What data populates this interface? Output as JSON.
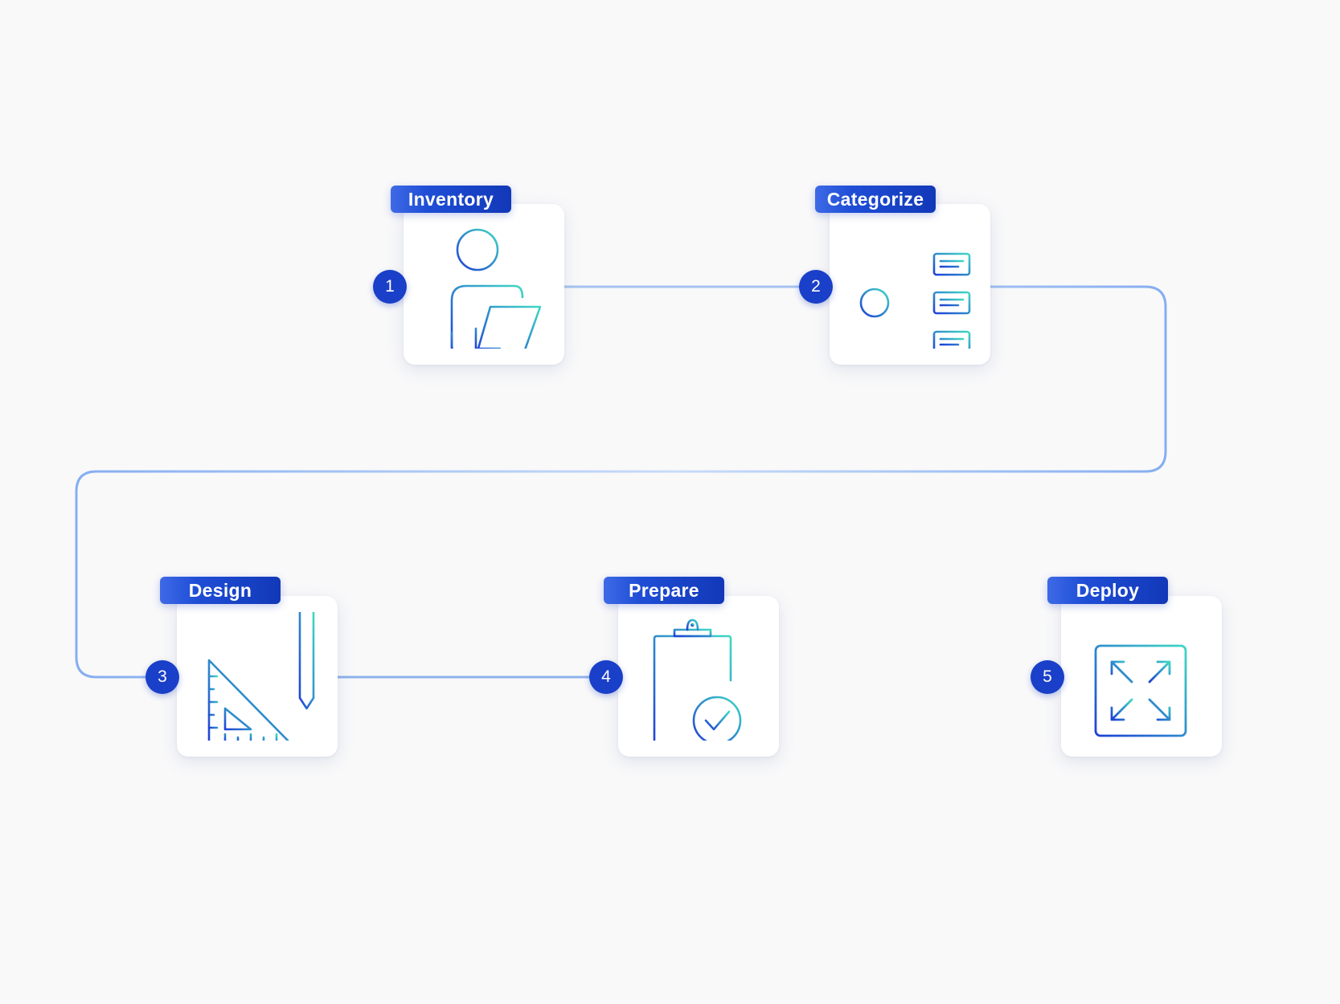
{
  "steps": [
    {
      "number": "1",
      "label": "Inventory",
      "icon": "person-with-document-icon"
    },
    {
      "number": "2",
      "label": "Categorize",
      "icon": "hierarchy-tree-icon"
    },
    {
      "number": "3",
      "label": "Design",
      "icon": "set-square-pencil-icon"
    },
    {
      "number": "4",
      "label": "Prepare",
      "icon": "clipboard-check-icon"
    },
    {
      "number": "5",
      "label": "Deploy",
      "icon": "expand-arrows-icon"
    }
  ],
  "colors": {
    "background": "#f9f9fa",
    "badge": "#1a3fc8",
    "label_dark": "#1238b8",
    "label_light": "#3e6ae6",
    "connector": "#a6c3f0",
    "icon_start": "#1f3fd6",
    "icon_end": "#3fd9c4"
  }
}
